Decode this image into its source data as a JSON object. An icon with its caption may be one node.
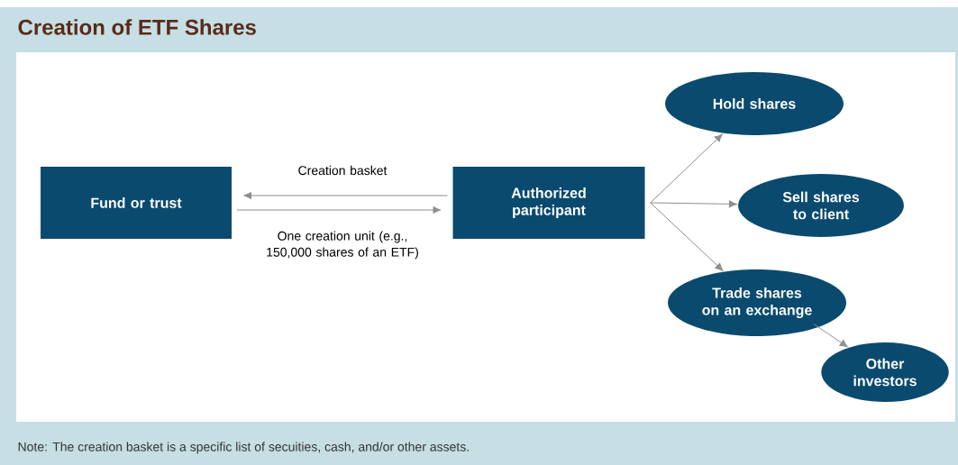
{
  "diagram": {
    "title": "Creation of ETF Shares",
    "nodes": [
      {
        "text": [
          "Fund or trust"
        ]
      },
      {
        "text": [
          "Authorized participant"
        ]
      },
      {
        "text": [
          "Hold shares"
        ]
      },
      {
        "text": [
          "Sell shares to client"
        ]
      },
      {
        "text": [
          "Trade shares on an exchange"
        ]
      },
      {
        "text": [
          "Other investors"
        ]
      }
    ],
    "edges": [
      {
        "from": 1,
        "to": 0,
        "arrow": "to",
        "label": "Creation basket"
      },
      {
        "from": 0,
        "to": 1,
        "arrow": "to",
        "label": "One creation unit (e.g., 150,000 shares of an ETF)"
      },
      {
        "from": 1,
        "to": 2,
        "arrow": "to"
      },
      {
        "from": 1,
        "to": 3,
        "arrow": "to"
      },
      {
        "from": 1,
        "to": 4,
        "arrow": "to"
      },
      {
        "from": 4,
        "to": 5,
        "arrow": "to"
      }
    ],
    "caption": "Note: The creation basket is a specific list of secuities, cash, and/or other assets."
  }
}
